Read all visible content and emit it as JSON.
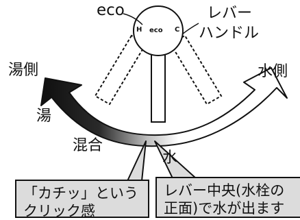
{
  "labels": {
    "eco_top": "eco",
    "lever_line1": "レバー",
    "lever_line2": "ハンドル",
    "knob_h": "H",
    "knob_eco": "eco",
    "knob_c": "C",
    "hot_side": "湯側",
    "cold_side": "水側",
    "hot": "湯",
    "mixed": "混合",
    "water": "水"
  },
  "callouts": {
    "click": {
      "line1": "「カチッ」という",
      "line2": "クリック感"
    },
    "center": {
      "line1": "レバー中央(水栓の",
      "line2": "正面)で水が出ます"
    }
  },
  "colors": {
    "ink": "#111111",
    "callout_fill": "#dcdcdc",
    "arrow_hot": "#111111",
    "arrow_cold": "#ffffff"
  }
}
